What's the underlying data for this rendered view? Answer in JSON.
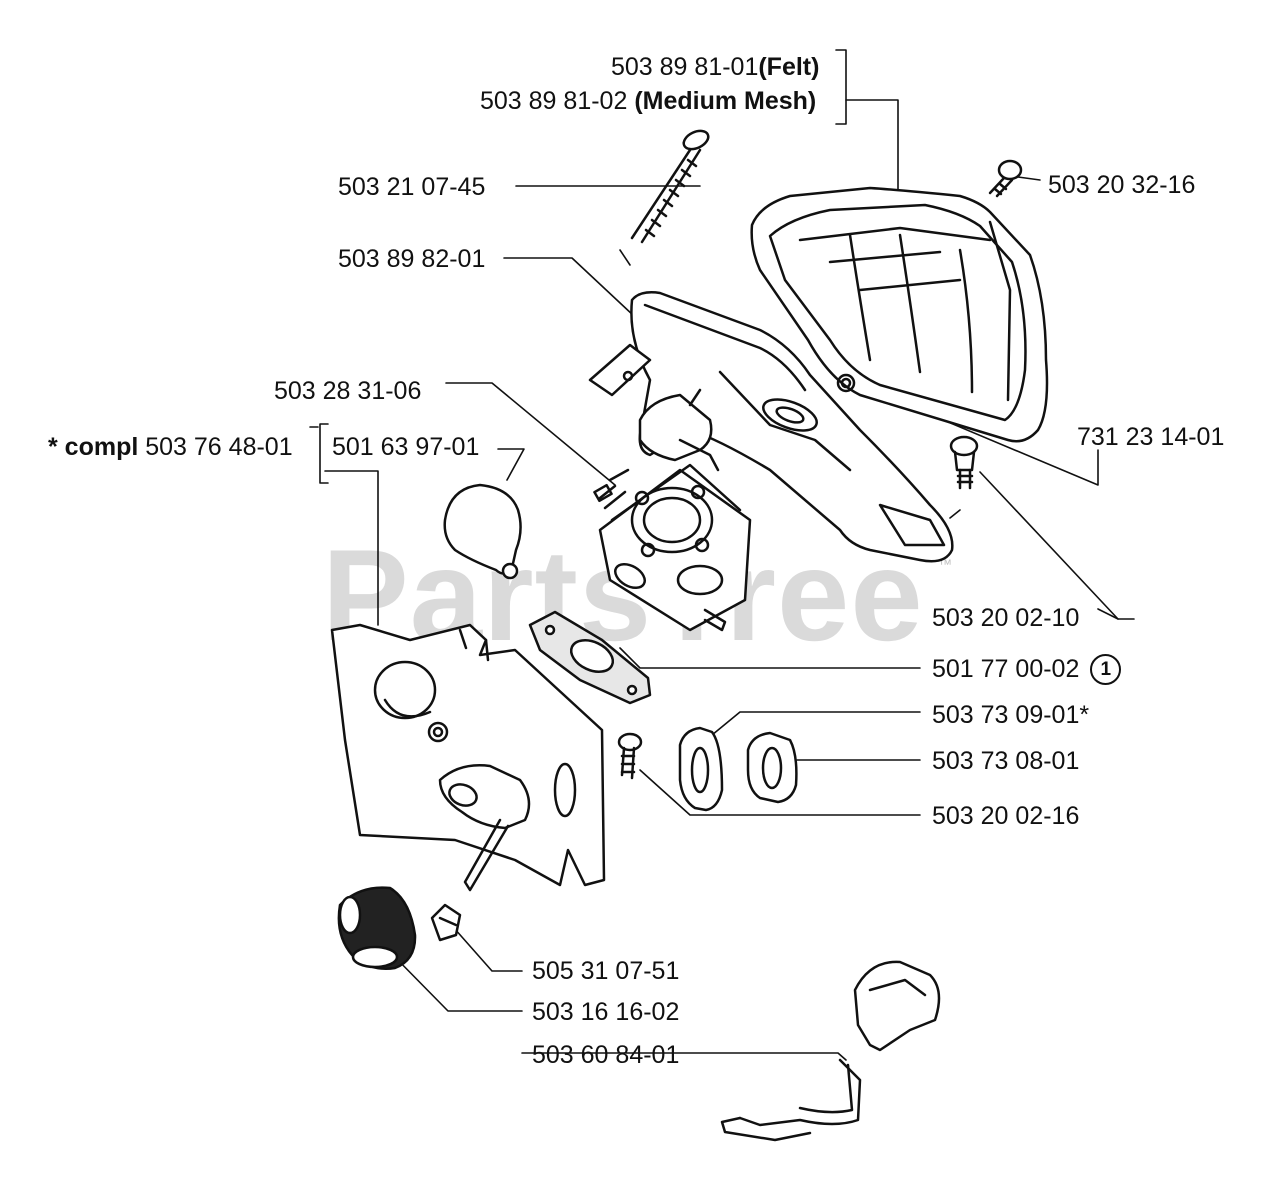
{
  "watermark": {
    "text": "PartsTree",
    "tm": "™"
  },
  "labels": {
    "felt_part": "503 89 81-01",
    "felt_desc": "(Felt)",
    "mesh_part": "503 89 81-02",
    "mesh_desc": "(Medium Mesh)",
    "p_503_21_07_45": "503 21 07-45",
    "p_503_20_32_16": "503 20 32-16",
    "p_503_89_82_01": "503 89 82-01",
    "p_503_28_31_06": "503 28 31-06",
    "compl_prefix": "* compl",
    "compl_part": "503 76 48-01",
    "p_501_63_97_01": "501 63 97-01",
    "p_731_23_14_01": "731 23 14-01",
    "p_503_20_02_10": "503 20 02-10",
    "p_501_77_00_02": "501 77 00-02",
    "circle_ref": "1",
    "p_503_73_09_01": "503 73 09-01*",
    "p_503_73_08_01": "503 73 08-01",
    "p_503_20_02_16": "503 20 02-16",
    "p_505_31_07_51": "505 31 07-51",
    "p_503_16_16_02": "503 16 16-02",
    "p_503_60_84_01": "503 60 84-01"
  }
}
